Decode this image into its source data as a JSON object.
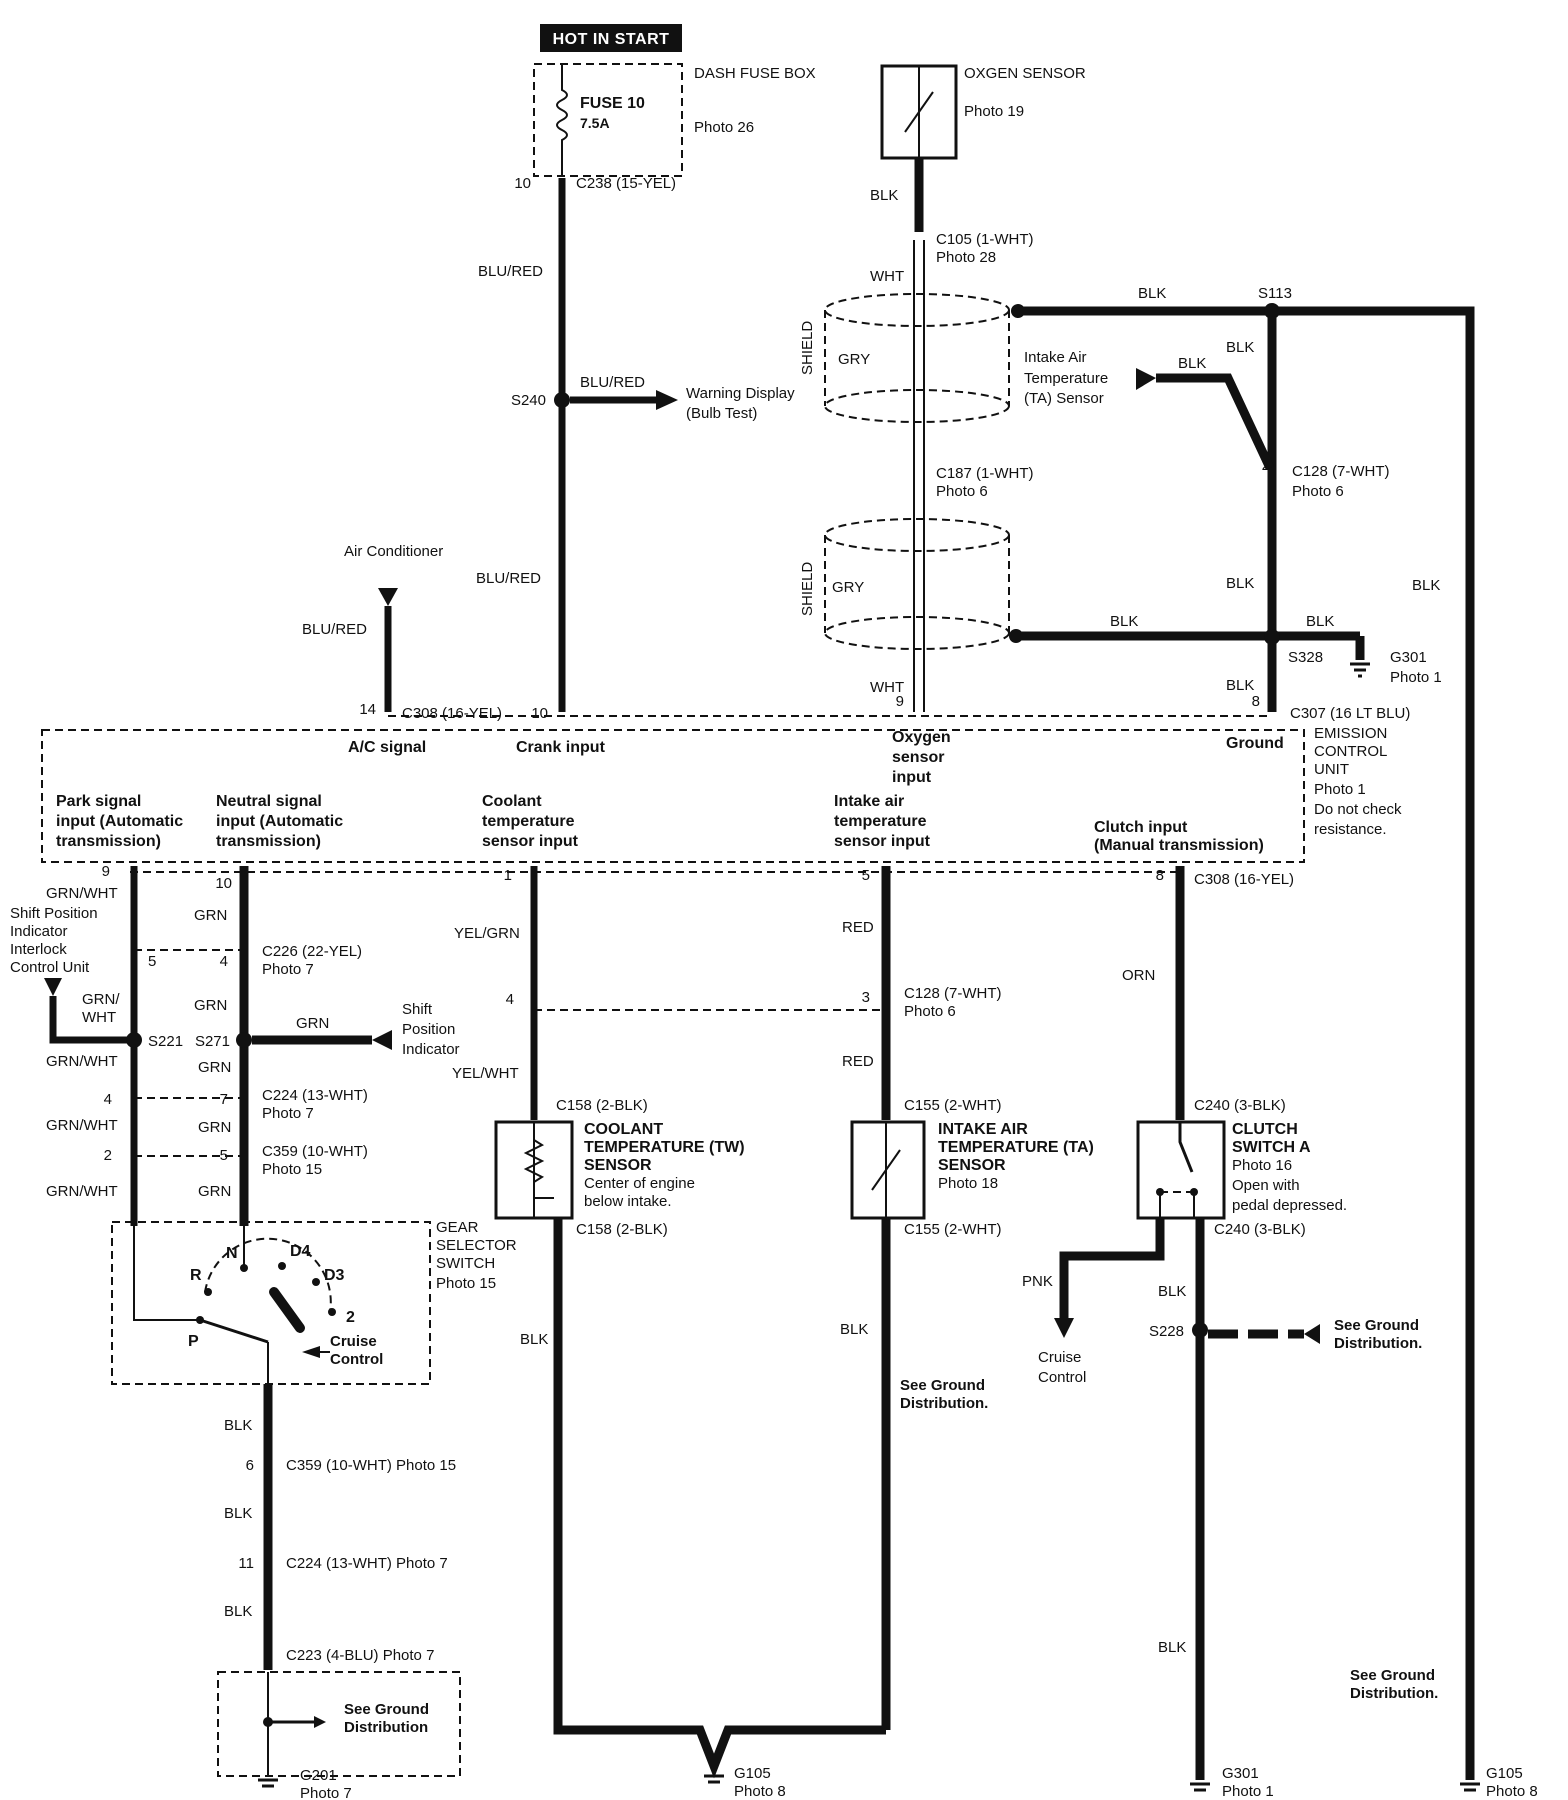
{
  "hot_in_start": "HOT IN START",
  "fuse": {
    "box_label": "DASH FUSE BOX",
    "box_photo": "Photo 26",
    "name": "FUSE 10",
    "rating": "7.5A",
    "pin": "10",
    "connector": "C238 (15-YEL)"
  },
  "oxygen_sensor": {
    "name": "OXGEN SENSOR",
    "photo": "Photo 19"
  },
  "wires": {
    "blu_red": "BLU/RED",
    "blk": "BLK",
    "wht": "WHT",
    "gry": "GRY",
    "shield": "SHIELD",
    "grn": "GRN",
    "grn_wht": "GRN/WHT",
    "grn_wht_short": "GRN/ WHT",
    "yel_grn": "YEL/GRN",
    "yel_wht": "YEL/WHT",
    "red": "RED",
    "orn": "ORN",
    "pnk": "PNK"
  },
  "connectors": {
    "c105": "C105 (1-WHT)",
    "c105_photo": "Photo 28",
    "c187": "C187 (1-WHT)",
    "c187_photo": "Photo 6",
    "c128_top": "C128 (7-WHT)",
    "c128_top_photo": "Photo 6",
    "c128_top_pin": "2",
    "c308_top": "C308 (16-YEL)",
    "c307": "C307 (16 LT BLU)",
    "c226": "C226 (22-YEL)",
    "c226_photo": "Photo 7",
    "c224": "C224 (13-WHT)",
    "c224_photo": "Photo 7",
    "c359": "C359 (10-WHT)",
    "c359_photo": "Photo 15",
    "c128_mid": "C128 (7-WHT)",
    "c128_mid_photo": "Photo 6",
    "c158_top": "C158 (2-BLK)",
    "c158_bot": "C158 (2-BLK)",
    "c155_top": "C155 (2-WHT)",
    "c155_bot": "C155 (2-WHT)",
    "c240_top": "C240 (3-BLK)",
    "c240_bot": "C240 (3-BLK)",
    "c308_bot": "C308 (16-YEL)",
    "c359_low": "C359 (10-WHT) Photo 15",
    "c224_low": "C224 (13-WHT) Photo 7",
    "c223": "C223 (4-BLU) Photo 7"
  },
  "splices": {
    "s240": "S240",
    "s113": "S113",
    "s328": "S328",
    "s221": "S221",
    "s271": "S271",
    "s228": "S228"
  },
  "pins": {
    "p14": "14",
    "p10": "10",
    "p9": "9",
    "p8": "8",
    "p9b": "9",
    "p10b": "10",
    "p1": "1",
    "p5": "5",
    "p8b": "8",
    "p5b": "5",
    "p4": "4",
    "p4b": "4",
    "p7": "7",
    "p2": "2",
    "p3": "3",
    "p6": "6",
    "p11": "11",
    "p4c": "4",
    "p5c": "5"
  },
  "labels": {
    "warning_display": "Warning Display",
    "bulb_test": "(Bulb Test)",
    "intake_ta_sensor": "Intake Air Temperature (TA) Sensor",
    "air_conditioner": "Air Conditioner",
    "shift_pos_interlock": "Shift Position Indicator Interlock Control Unit",
    "shift_pos_indicator": "Shift Position Indicator",
    "cruise_control": "Cruise Control",
    "see_ground_dist": "See Ground Distribution.",
    "see_ground_dist2": "See Ground Distribution",
    "see_ground_dist3": "See Ground Distribution.",
    "see_ground_dist4": "See Ground Distribution."
  },
  "grounds": {
    "g301_top": "G301",
    "g301_top_photo": "Photo 1",
    "g201": "G201",
    "g201_photo": "Photo 7",
    "g105_mid": "G105",
    "g105_mid_photo": "Photo 8",
    "g301_bot": "G301",
    "g301_bot_photo": "Photo 1",
    "g105_right": "G105",
    "g105_right_photo": "Photo 8"
  },
  "ecu": {
    "name": "EMISSION CONTROL UNIT",
    "photo": "Photo 1",
    "note": "Do not check resistance.",
    "ac_signal": "A/C signal",
    "crank_input": "Crank input",
    "oxygen_input": "Oxygen sensor input",
    "ground": "Ground",
    "park_signal": "Park signal input (Automatic transmission)",
    "neutral_signal": "Neutral signal input (Automatic transmission)",
    "coolant_input": "Coolant temperature sensor input",
    "intake_input": "Intake air temperature sensor input",
    "clutch_input": "Clutch input (Manual transmission)"
  },
  "coolant_sensor": {
    "name": "COOLANT TEMPERATURE (TW) SENSOR",
    "note": "Center of engine below intake."
  },
  "intake_sensor": {
    "name": "INTAKE AIR TEMPERATURE (TA) SENSOR",
    "photo": "Photo 18"
  },
  "clutch_switch": {
    "name": "CLUTCH SWITCH A",
    "photo": "Photo 16",
    "note": "Open with pedal depressed."
  },
  "gear_switch": {
    "name": "GEAR SELECTOR SWITCH",
    "photo": "Photo 15",
    "pos_r": "R",
    "pos_n": "N",
    "pos_d4": "D4",
    "pos_d3": "D3",
    "pos_2": "2",
    "pos_p": "P",
    "cruise": "Cruise Control"
  }
}
